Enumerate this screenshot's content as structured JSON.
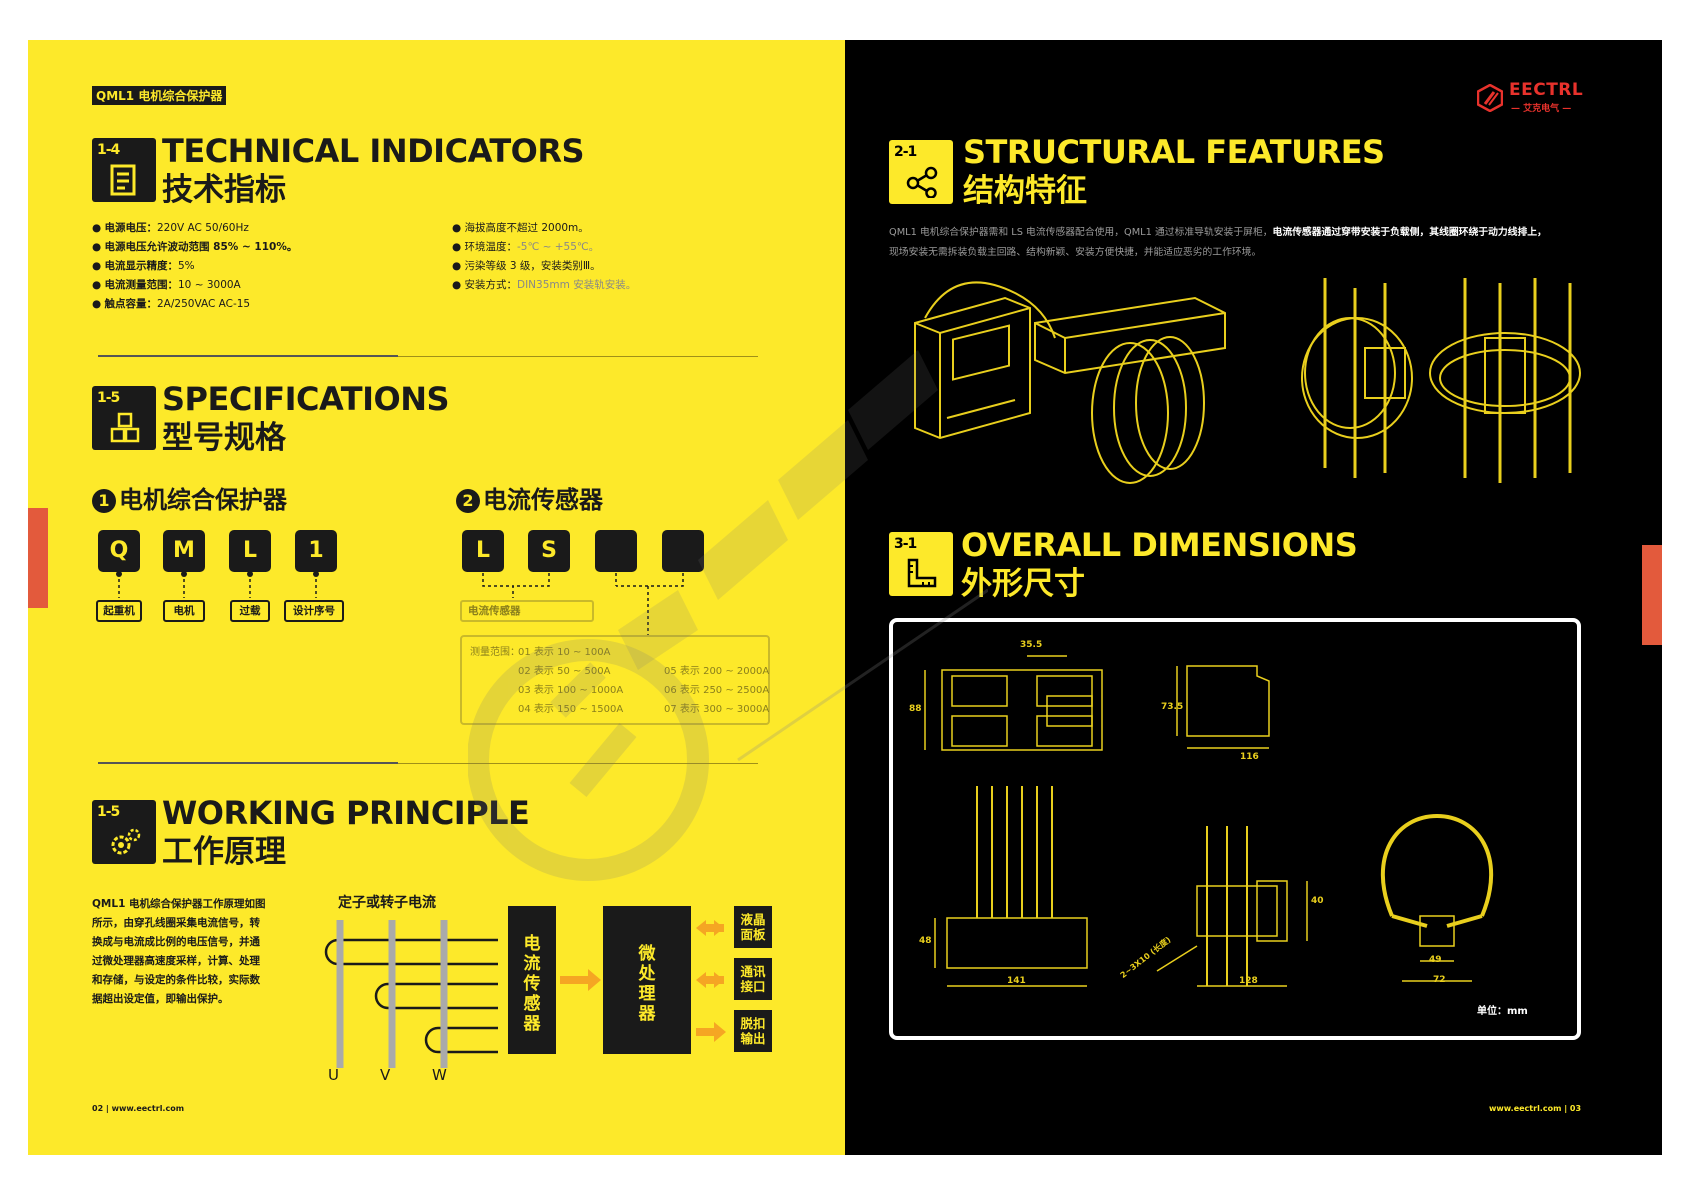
{
  "colors": {
    "yellow": "#fde92a",
    "black": "#000000",
    "dark": "#1a1a1a",
    "red": "#e8322c"
  },
  "left": {
    "header_tag": "QML1 电机综合保护器",
    "tech": {
      "badge": "1-4",
      "title_en": "TECHNICAL INDICATORS",
      "title_cn": "技术指标",
      "col1": [
        {
          "label": "电源电压：",
          "value": "220V AC 50/60Hz"
        },
        {
          "label": "电源电压允许波动范围 85% ~ 110%。",
          "value": ""
        },
        {
          "label": "电流显示精度：",
          "value": "5%"
        },
        {
          "label": "电流测量范围：",
          "value": "10 ~ 3000A"
        },
        {
          "label": "触点容量：",
          "value": "2A/250VAC AC-15"
        }
      ],
      "col2": [
        {
          "label": "海拔高度不超过 2000m。",
          "value": ""
        },
        {
          "label": "环境温度：",
          "value": "-5℃ ~ +55℃。"
        },
        {
          "label": "污染等级 3 级，安装类别Ⅲ。",
          "value": ""
        },
        {
          "label": "安装方式：",
          "value": "DIN35mm 安装轨安装。"
        }
      ]
    },
    "spec": {
      "badge": "1-5",
      "title_en": "SPECIFICATIONS",
      "title_cn": "型号规格",
      "sub1_num": "1",
      "sub1": "电机综合保护器",
      "sub2_num": "2",
      "sub2": "电流传感器",
      "codes1": [
        "Q",
        "M",
        "L",
        "1"
      ],
      "labels1": [
        "起重机",
        "电机",
        "过载",
        "设计序号"
      ],
      "codes2": [
        "L",
        "S",
        "",
        ""
      ],
      "label2": "电流传感器",
      "range_head": "测量范围：",
      "ranges_a": [
        "01 表示 10 ~ 100A",
        "02 表示 50 ~ 500A",
        "03 表示 100 ~ 1000A",
        "04 表示 150 ~ 1500A"
      ],
      "ranges_b": [
        "05 表示 200 ~ 2000A",
        "06 表示 250 ~ 2500A",
        "07 表示 300 ~ 3000A"
      ]
    },
    "working": {
      "badge": "1-5",
      "title_en": "WORKING PRINCIPLE",
      "title_cn": "工作原理",
      "body": [
        "QML1 电机综合保护器工作原理如图",
        "所示，由穿孔线圈采集电流信号，转",
        "换成与电流成比例的电压信号，并通",
        "过微处理器高速度采样，计算、处理",
        "和存储，与设定的条件比较，实际数",
        "据超出设定值，即输出保护。"
      ],
      "diagram_title": "定子或转子电流",
      "block1": [
        "电",
        "流",
        "传",
        "感",
        "器"
      ],
      "block2": [
        "微",
        "处",
        "理",
        "器"
      ],
      "out1": [
        "液晶",
        "面板"
      ],
      "out2": [
        "通讯",
        "接口"
      ],
      "out3": [
        "脱扣",
        "输出"
      ],
      "phases": [
        "U",
        "V",
        "W"
      ]
    },
    "footer": "02 | www.eectrl.com"
  },
  "right": {
    "logo_text": "EECTRL",
    "logo_sub": "— 艾克电气 —",
    "struct": {
      "badge": "2-1",
      "title_en": "STRUCTURAL FEATURES",
      "title_cn": "结构特征",
      "intro_1": "QML1 电机综合保护器需和 LS 电流传感器配合使用，QML1 通过标准导轨安装于屏柜，",
      "intro_1b": "电流传感器通过穿带安装于负载侧，其线圈环绕于动力线排上，",
      "intro_2": "现场安装无需拆装负载主回路、结构新颖、安装方便快捷，并能适应恶劣的工作环境。"
    },
    "dims": {
      "badge": "3-1",
      "title_en": "OVERALL DIMENSIONS",
      "title_cn": "外形尺寸",
      "d_35_5": "35.5",
      "d_88": "88",
      "d_73_5": "73.5",
      "d_116": "116",
      "d_48": "48",
      "d_141": "141",
      "d_128": "128",
      "d_40": "40",
      "d_cable": "2~3X10 (长度)",
      "d_49": "49",
      "d_72": "72",
      "unit": "单位：mm"
    },
    "footer": "www.eectrl.com | 03"
  }
}
